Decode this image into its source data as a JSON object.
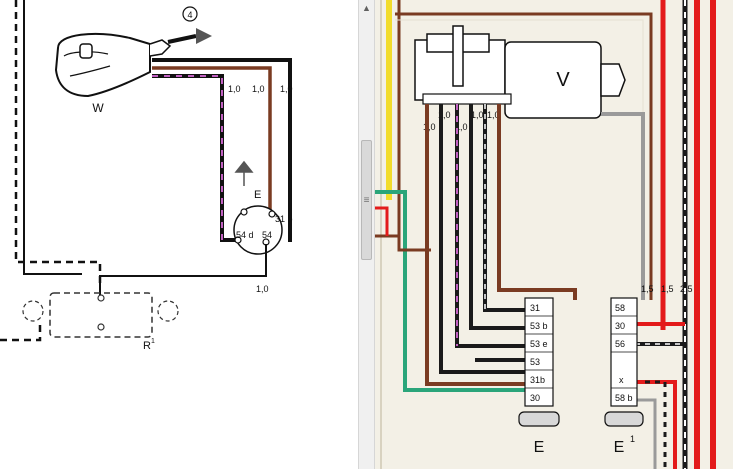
{
  "left_diagram": {
    "wiper_motor_label": "W",
    "switch_label": "E",
    "callout_number": "4",
    "relay_label": "R",
    "relay_superscript": "1",
    "wire_sizes": [
      "1,0",
      "1,0",
      "1,0"
    ],
    "wire_size_bottom": "1,0",
    "terminals": [
      "31 b",
      "54 d",
      "54"
    ]
  },
  "scrollbar": {
    "up_arrow": "▲",
    "thumb_grip": "≡"
  },
  "right_diagram": {
    "motor_label": "V",
    "motor_wire_sizes": [
      "1,0",
      "1,0",
      "1,0",
      "1,0",
      "1,0"
    ],
    "switch_e_label": "E",
    "switch_e_terminals": [
      "31",
      "53 b",
      "53 e",
      "53",
      "31b",
      "30"
    ],
    "switch_e1_label": "E",
    "switch_e1_superscript": "1",
    "switch_e1_terminals": [
      "58",
      "30",
      "56",
      "x",
      "58 b"
    ],
    "right_wire_sizes": [
      "1,5",
      "1,5",
      "2,5"
    ],
    "colors": {
      "brown": "#7a3b22",
      "black": "#1a1a1a",
      "red": "#e31b1b",
      "gray": "#9a9a9a",
      "yellow": "#f2dc2a",
      "green": "#2aa57a",
      "violet": "#c060c0"
    }
  }
}
